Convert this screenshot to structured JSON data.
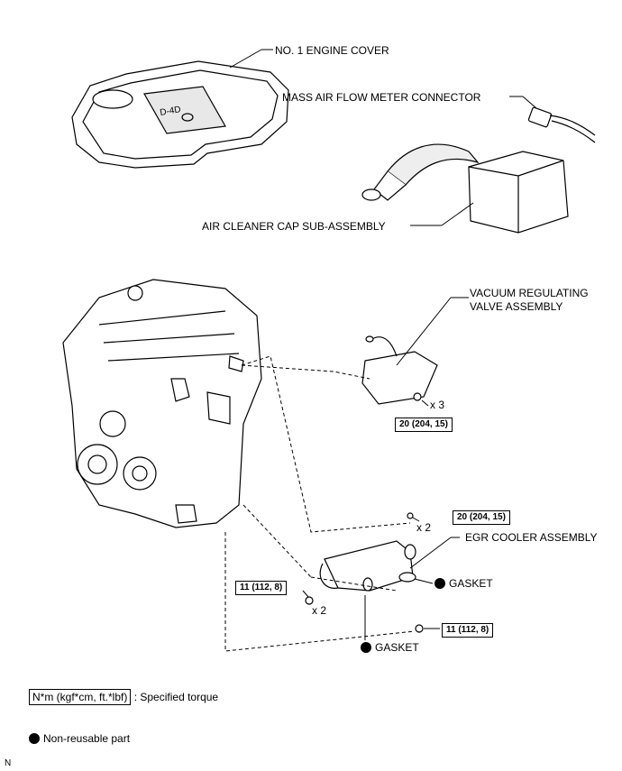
{
  "labels": {
    "engine_cover": "NO. 1 ENGINE COVER",
    "maf_connector": "MASS AIR FLOW METER CONNECTOR",
    "air_cleaner_cap": "AIR CLEANER CAP SUB-ASSEMBLY",
    "vacuum_valve_line1": "VACUUM REGULATING",
    "vacuum_valve_line2": "VALVE ASSEMBLY",
    "egr_cooler": "EGR COOLER ASSEMBLY",
    "gasket_upper": "GASKET",
    "gasket_lower": "GASKET",
    "qty_valve_bolts": "x 3",
    "qty_egr_upper": "x 2",
    "qty_egr_left": "x 2"
  },
  "torques": {
    "valve_bolts": "20 (204, 15)",
    "egr_upper": "20 (204, 15)",
    "egr_left": "11 (112, 8)",
    "egr_lower": "11 (112, 8)"
  },
  "cover_text": "D-4D",
  "legend": {
    "torque_unit": "N*m (kgf*cm, ft.*lbf)",
    "torque_desc": ": Specified torque",
    "non_reusable": "Non-reusable part"
  },
  "footer_code": "N"
}
